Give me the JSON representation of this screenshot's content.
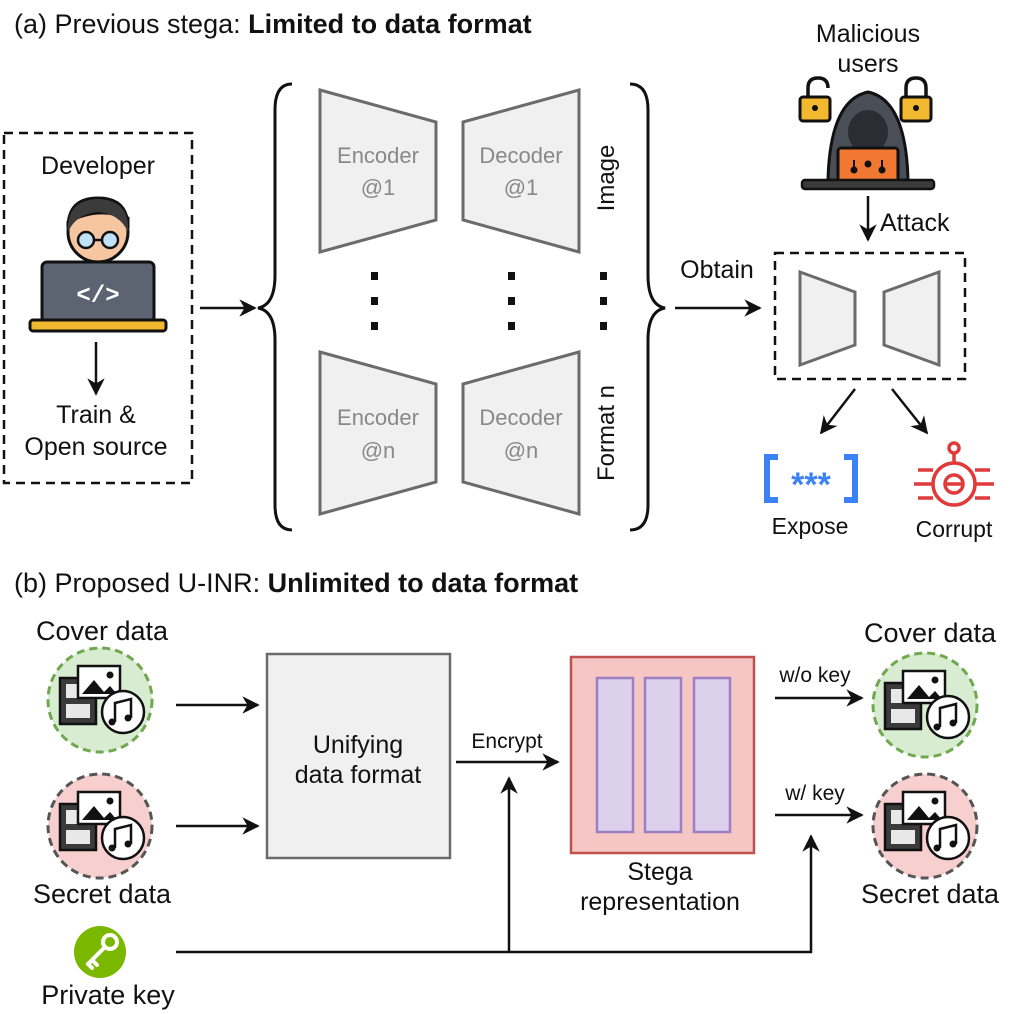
{
  "panel_a": {
    "prefix": "(a) Previous stega: ",
    "bold": "Limited to data format",
    "developer": "Developer",
    "train_line1": "Train &",
    "train_line2": "Open source",
    "enc1_line1": "Encoder",
    "enc1_line2": "@1",
    "dec1_line1": "Decoder",
    "dec1_line2": "@1",
    "encn_line1": "Encoder",
    "encn_line2": "@n",
    "decn_line1": "Decoder",
    "decn_line2": "@n",
    "format_image": "Image",
    "format_n": "Format n",
    "obtain": "Obtain",
    "malicious_line1": "Malicious",
    "malicious_line2": "users",
    "attack": "Attack",
    "expose": "Expose",
    "expose_symbol": "***",
    "corrupt": "Corrupt"
  },
  "panel_b": {
    "prefix": "(b) Proposed U-INR: ",
    "bold": "Unlimited to data format",
    "cover_in": "Cover data",
    "secret_in": "Secret data",
    "private_key": "Private key",
    "unify_line1": "Unifying",
    "unify_line2": "data format",
    "encrypt": "Encrypt",
    "stega_line1": "Stega",
    "stega_line2": "representation",
    "wo_key": "w/o key",
    "w_key": "w/ key",
    "cover_out": "Cover data",
    "secret_out": "Secret data"
  },
  "colors": {
    "cover_fill": "#d8ecd2",
    "cover_border": "#6fa84f",
    "secret_fill": "#f7cfcf",
    "secret_border": "#555555",
    "stega_fill": "#f6c6c4",
    "stega_border": "#c0504d",
    "stega_bar_fill": "#dcd0ec",
    "stega_bar_border": "#9d7fc4",
    "expose_blue": "#3b82f6",
    "corrupt_red": "#e03a3a",
    "key_green": "#7ab800",
    "codec_fill": "#f0f0f0",
    "codec_stroke": "#6b6b6b"
  }
}
